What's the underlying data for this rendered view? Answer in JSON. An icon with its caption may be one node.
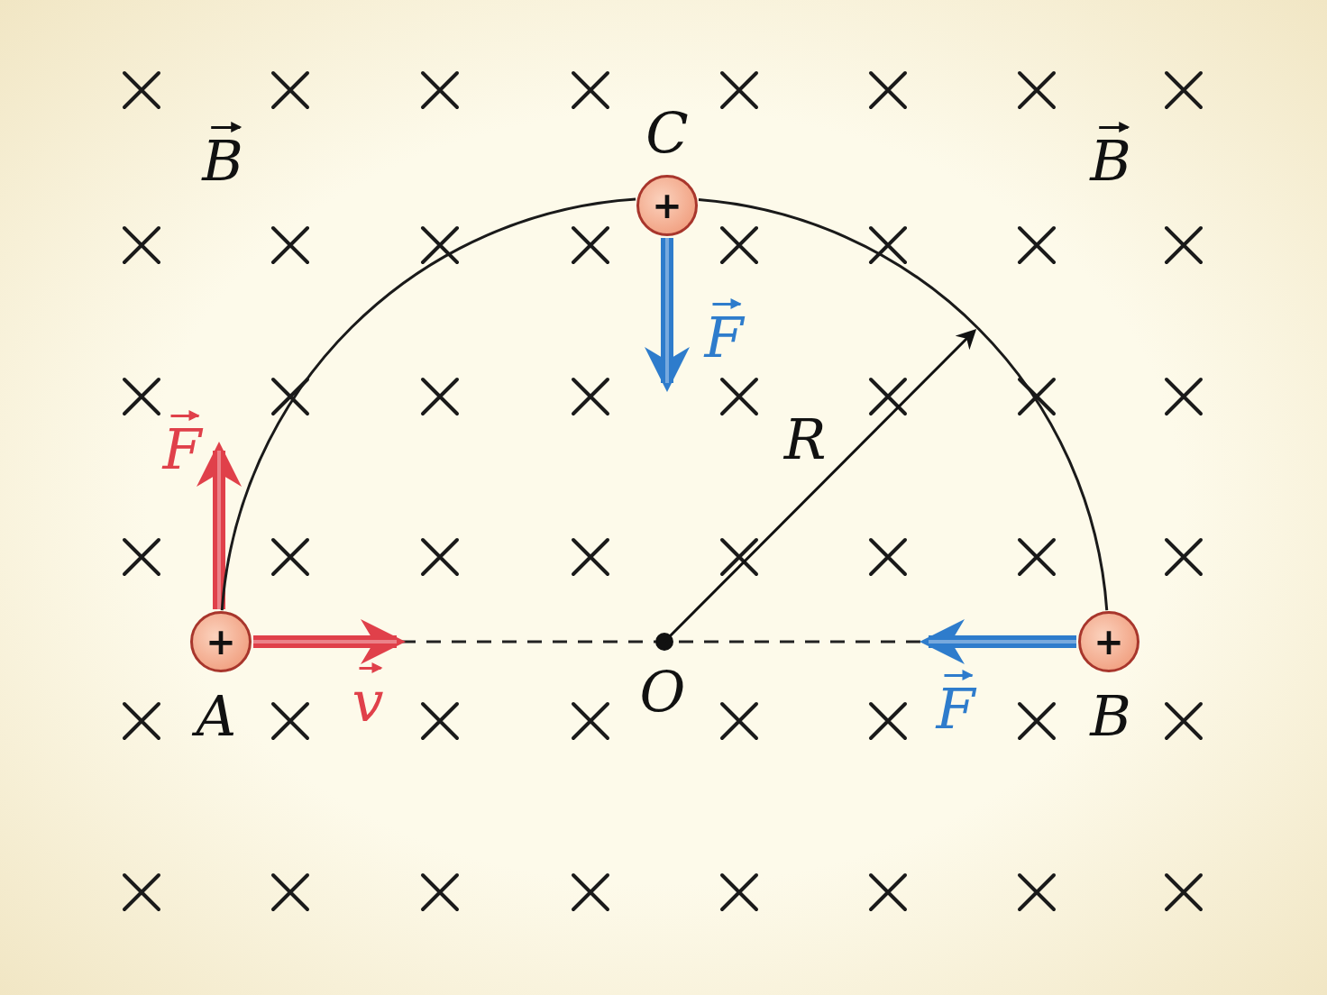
{
  "diagram": {
    "nodes": [
      {
        "text": [
          "+"
        ],
        "beside": [
          "A"
        ]
      },
      {
        "text": [
          "+"
        ],
        "beside": [
          "C"
        ]
      },
      {
        "text": [
          "+"
        ],
        "beside": [
          "B"
        ]
      }
    ],
    "edges": [
      {
        "from": 0,
        "to": 1,
        "arrow": "none"
      },
      {
        "from": 1,
        "to": 2,
        "arrow": "none"
      }
    ],
    "labels": [
      "B",
      "B",
      "F",
      "F",
      "R",
      "v",
      "O",
      "F"
    ]
  }
}
